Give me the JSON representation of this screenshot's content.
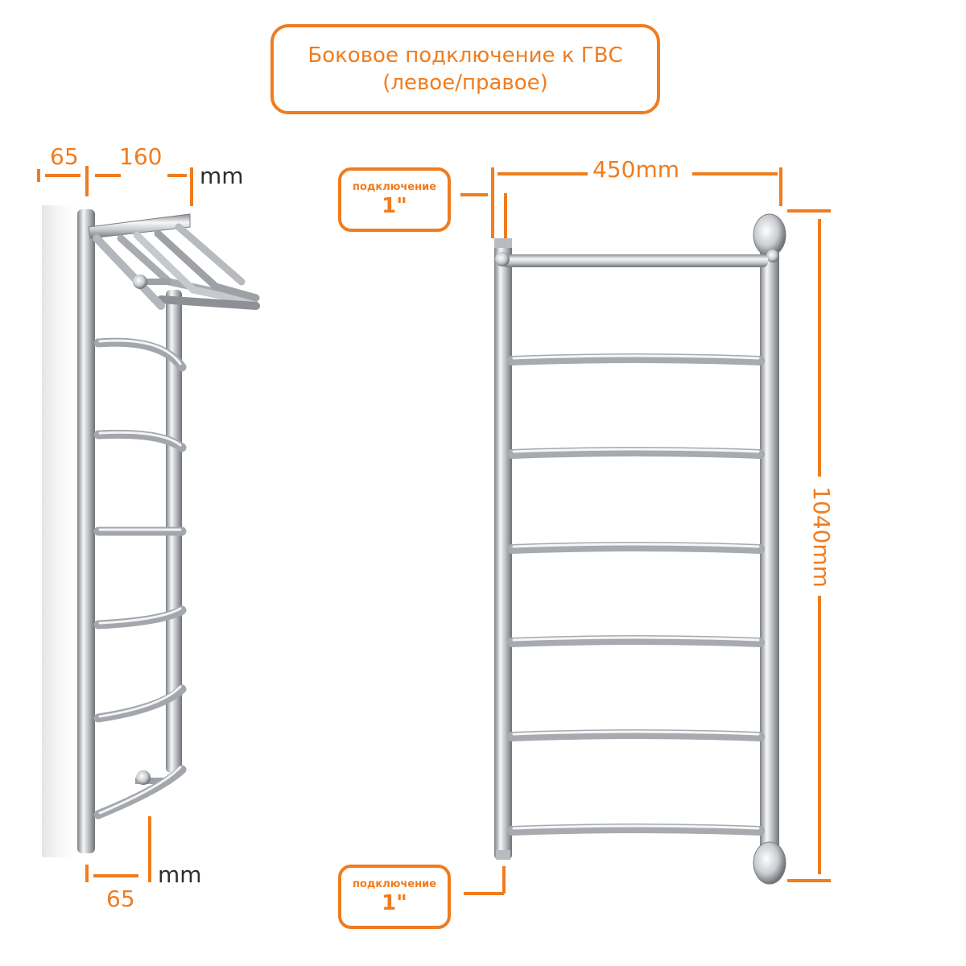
{
  "title": {
    "line1": "Боковое подключение к ГВС",
    "line2": "(левое/правое)"
  },
  "connection_top": {
    "label": "подключение",
    "value": "1\""
  },
  "connection_bottom": {
    "label": "подключение",
    "value": "1\""
  },
  "side_view": {
    "top_offset": "65",
    "shelf_depth": "160",
    "top_unit": "mm",
    "bottom_offset": "65",
    "bottom_unit": "mm"
  },
  "front_view": {
    "width": "450mm",
    "height": "1040mm",
    "crossbar_count": 7
  },
  "colors": {
    "accent": "#f07c1e",
    "chrome_dark": "#8a8d91",
    "chrome_light": "#f4f5f6"
  }
}
